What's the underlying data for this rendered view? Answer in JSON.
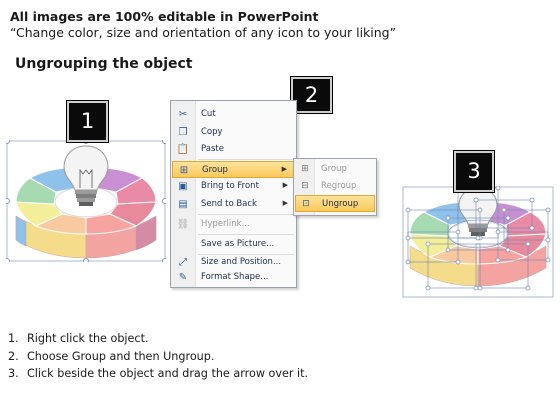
{
  "header": {
    "line1": "All images are 100% editable in PowerPoint",
    "line2": "“Change color, size and orientation of any icon to your liking”"
  },
  "title": "Ungrouping the object",
  "callouts": [
    "1",
    "2",
    "3"
  ],
  "context_menu": {
    "items": [
      {
        "label": "Cut",
        "icon": "scissors-icon"
      },
      {
        "label": "Copy",
        "icon": "copy-icon"
      },
      {
        "label": "Paste",
        "icon": "paste-icon"
      },
      {
        "label": "Group",
        "icon": "group-icon",
        "highlighted": true,
        "submenu": true
      },
      {
        "label": "Bring to Front",
        "icon": "bring-to-front-icon",
        "submenu": true
      },
      {
        "label": "Send to Back",
        "icon": "send-to-back-icon",
        "submenu": true
      },
      {
        "label": "Hyperlink...",
        "icon": "hyperlink-icon",
        "disabled": true
      },
      {
        "label": "Save as Picture...",
        "icon": "save-picture-icon"
      },
      {
        "label": "Size and Position...",
        "icon": "size-position-icon"
      },
      {
        "label": "Format Shape...",
        "icon": "format-shape-icon"
      }
    ]
  },
  "group_submenu": {
    "items": [
      {
        "label": "Group",
        "icon": "group-icon",
        "disabled": true
      },
      {
        "label": "Regroup",
        "icon": "regroup-icon",
        "disabled": true
      },
      {
        "label": "Ungroup",
        "icon": "ungroup-icon",
        "highlighted": true
      }
    ]
  },
  "steps": [
    {
      "num": "1.",
      "text": "Right click the object."
    },
    {
      "num": "2.",
      "text": "Choose Group and then Ungroup."
    },
    {
      "num": "3.",
      "text": "Click beside the object and drag the arrow over it."
    }
  ],
  "colors": {
    "seg_pink": "#e98aa6",
    "seg_purple": "#c98fd3",
    "seg_lavender": "#b9b3e8",
    "seg_blue": "#8ec2ea",
    "seg_green": "#a6dbb2",
    "seg_yellow": "#f2ee9a",
    "seg_orange": "#f9c9a0",
    "seg_salmon": "#f7a4a0",
    "highlight": "#fbc95b"
  }
}
